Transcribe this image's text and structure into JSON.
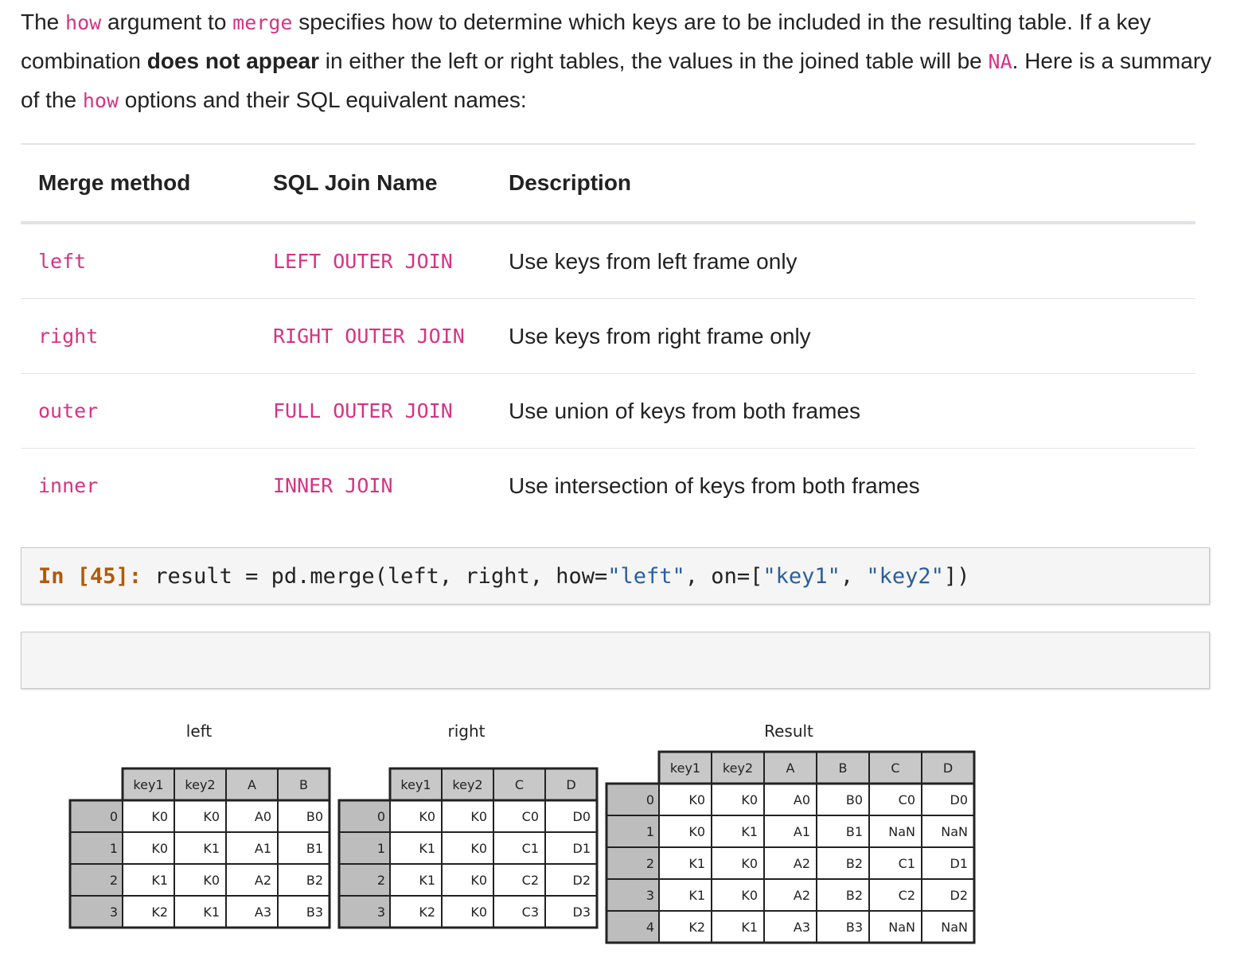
{
  "intro": {
    "t1": "The ",
    "code1": "how",
    "t2": " argument to ",
    "code2": "merge",
    "t3": " specifies how to determine which keys are to be included in the resulting table. If a key combination ",
    "bold": "does not appear",
    "t4": " in either the left or right tables, the values in the joined table will be ",
    "code3": "NA",
    "t5": ". Here is a summary of the ",
    "code4": "how",
    "t6": " options and their SQL equivalent names:"
  },
  "table": {
    "headers": [
      "Merge method",
      "SQL Join Name",
      "Description"
    ],
    "rows": [
      {
        "method": "left",
        "sql": "LEFT OUTER JOIN",
        "desc": "Use keys from left frame only"
      },
      {
        "method": "right",
        "sql": "RIGHT OUTER JOIN",
        "desc": "Use keys from right frame only"
      },
      {
        "method": "outer",
        "sql": "FULL OUTER JOIN",
        "desc": "Use union of keys from both frames"
      },
      {
        "method": "inner",
        "sql": "INNER JOIN",
        "desc": "Use intersection of keys from both frames"
      }
    ]
  },
  "code": {
    "prompt": "In [45]:",
    "pre": " result = pd.merge(left, right, how=",
    "s1": "\"left\"",
    "mid": ", on=[",
    "s2": "\"key1\"",
    "sep": ", ",
    "s3": "\"key2\"",
    "post": "])"
  },
  "diagram": {
    "left": {
      "title": "left",
      "columns": [
        "key1",
        "key2",
        "A",
        "B"
      ],
      "index": [
        "0",
        "1",
        "2",
        "3"
      ],
      "rows": [
        [
          "K0",
          "K0",
          "A0",
          "B0"
        ],
        [
          "K0",
          "K1",
          "A1",
          "B1"
        ],
        [
          "K1",
          "K0",
          "A2",
          "B2"
        ],
        [
          "K2",
          "K1",
          "A3",
          "B3"
        ]
      ]
    },
    "right": {
      "title": "right",
      "columns": [
        "key1",
        "key2",
        "C",
        "D"
      ],
      "index": [
        "0",
        "1",
        "2",
        "3"
      ],
      "rows": [
        [
          "K0",
          "K0",
          "C0",
          "D0"
        ],
        [
          "K1",
          "K0",
          "C1",
          "D1"
        ],
        [
          "K1",
          "K0",
          "C2",
          "D2"
        ],
        [
          "K2",
          "K0",
          "C3",
          "D3"
        ]
      ]
    },
    "result": {
      "title": "Result",
      "columns": [
        "key1",
        "key2",
        "A",
        "B",
        "C",
        "D"
      ],
      "index": [
        "0",
        "1",
        "2",
        "3",
        "4"
      ],
      "rows": [
        [
          "K0",
          "K0",
          "A0",
          "B0",
          "C0",
          "D0"
        ],
        [
          "K0",
          "K1",
          "A1",
          "B1",
          "NaN",
          "NaN"
        ],
        [
          "K1",
          "K0",
          "A2",
          "B2",
          "C1",
          "D1"
        ],
        [
          "K1",
          "K0",
          "A2",
          "B2",
          "C2",
          "D2"
        ],
        [
          "K2",
          "K1",
          "A3",
          "B3",
          "NaN",
          "NaN"
        ]
      ]
    }
  }
}
